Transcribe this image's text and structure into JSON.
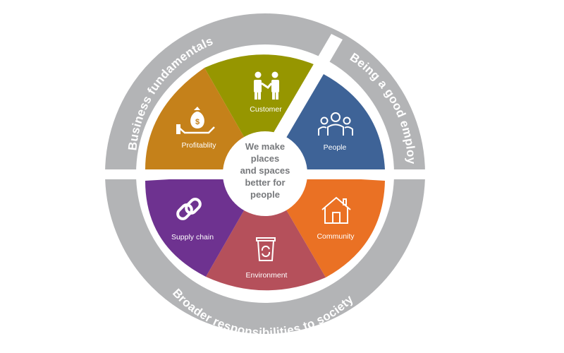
{
  "colors": {
    "ring": "#b3b4b6",
    "customer": "#969600",
    "profitability": "#c5811a",
    "people": "#3e6397",
    "community": "#ea7124",
    "environment": "#b5505b",
    "supply_chain": "#6e3290",
    "center_bg": "#ffffff",
    "center_text": "#77797c"
  },
  "ring_labels": {
    "business": "Business fundamentals",
    "employer": "Being a good employer",
    "society": "Broader responsibilities to society"
  },
  "center": {
    "line1": "We make",
    "line2": "places",
    "line3": "and spaces",
    "line4": "better for",
    "line5": "people"
  },
  "segments": {
    "customer": {
      "label": "Customer",
      "icon": "handshake-icon"
    },
    "profitability": {
      "label": "Profitablity",
      "icon": "money-bag-hand-icon"
    },
    "people": {
      "label": "People",
      "icon": "group-people-icon"
    },
    "community": {
      "label": "Community",
      "icon": "house-icon"
    },
    "environment": {
      "label": "Environment",
      "icon": "recycle-bin-icon"
    },
    "supply_chain": {
      "label": "Supply chain",
      "icon": "chain-link-icon"
    }
  }
}
